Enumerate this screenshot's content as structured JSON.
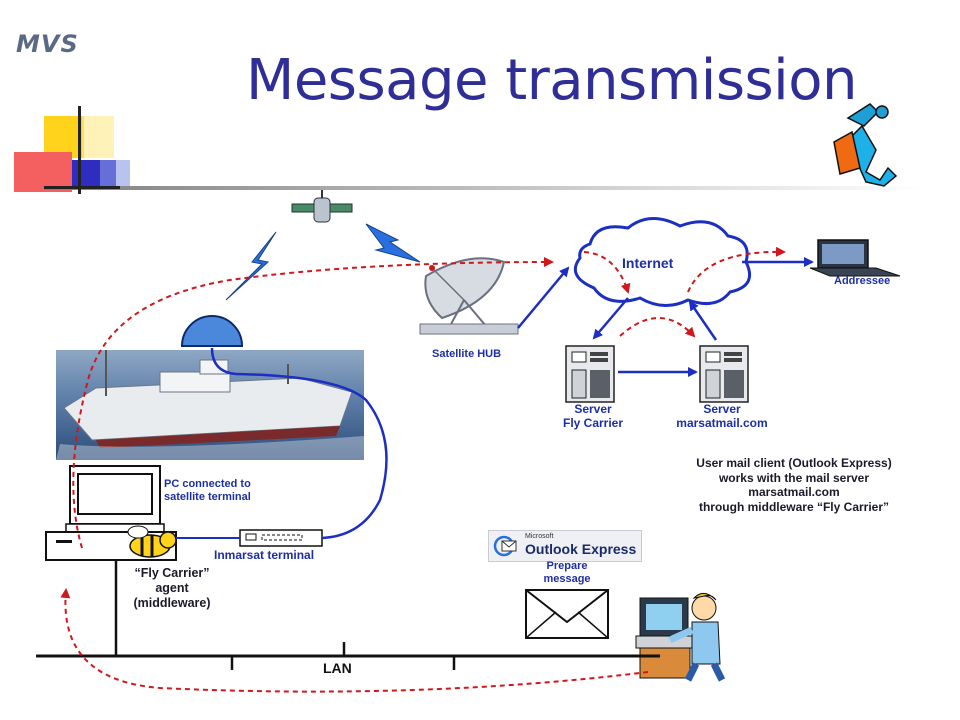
{
  "header": {
    "logo_text": "MVS",
    "title": "Message transmission"
  },
  "diagram": {
    "internet": "Internet",
    "addressee": "Addressee",
    "satellite_hub": "Satellite HUB",
    "server_fly_carrier": [
      "Server",
      "Fly Carrier"
    ],
    "server_marsatmail": [
      "Server",
      "marsatmail.com"
    ],
    "pc_label": [
      "PC connected to",
      "satellite terminal"
    ],
    "inmarsat_terminal": "Inmarsat terminal",
    "agent_label": [
      "“Fly Carrier”",
      "agent",
      "(middleware)"
    ],
    "mail_client_note": [
      "User mail client (Outlook Express)",
      "works with the mail server",
      "marsatmail.com",
      "through middleware “Fly Carrier”"
    ],
    "outlook_brand_small": "Microsoft",
    "outlook_brand": "Outlook Express",
    "prepare_message": [
      "Prepare",
      "message"
    ],
    "lan": "LAN"
  },
  "colors": {
    "title": "#2f2d96",
    "link_blue": "#1c2fc2",
    "dashed_red": "#d0171c",
    "lightning": "#2a6fe0"
  }
}
